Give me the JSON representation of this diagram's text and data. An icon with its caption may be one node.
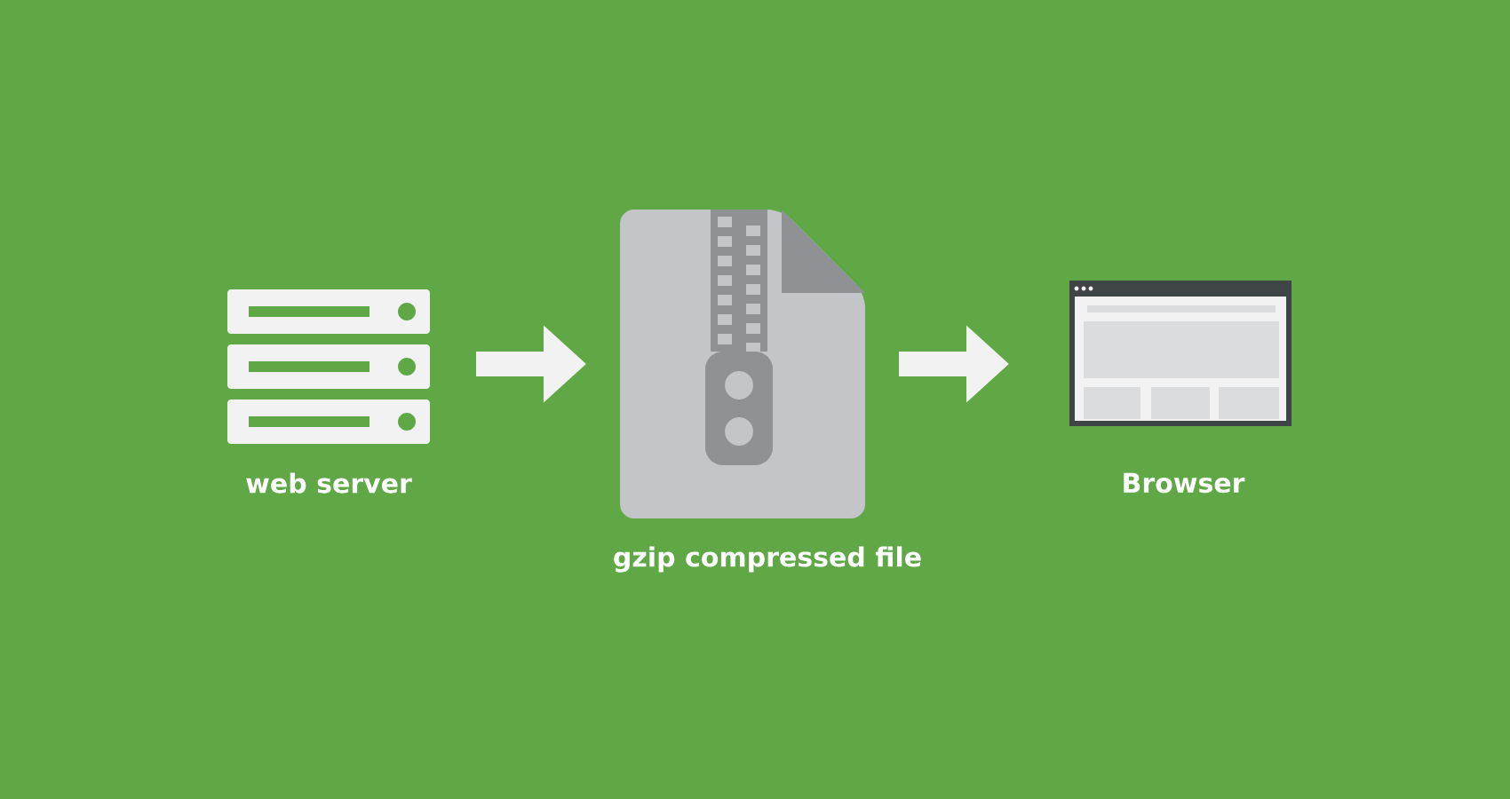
{
  "diagram": {
    "nodes": [
      {
        "text": [
          "web server"
        ]
      },
      {
        "text": [
          "gzip compressed file"
        ]
      },
      {
        "text": [
          "Browser"
        ]
      }
    ],
    "edges": [
      {
        "from": 0,
        "to": 1,
        "arrow": "to"
      },
      {
        "from": 1,
        "to": 2,
        "arrow": "to"
      }
    ]
  }
}
